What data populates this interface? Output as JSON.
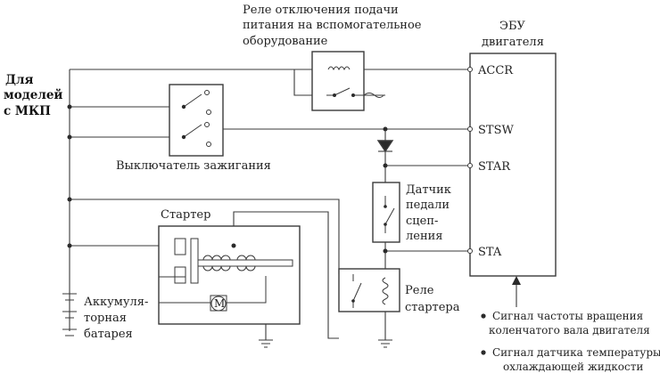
{
  "labels": {
    "relay_top_line1": "Реле отключения подачи",
    "relay_top_line2": "питания на вспомогательное",
    "relay_top_line3": "оборудование",
    "ecu_line1": "ЭБУ",
    "ecu_line2": "двигателя",
    "models_line1": "Для",
    "models_line2": "моделей",
    "models_line3": "с МКП",
    "ignition_switch": "Выключатель зажигания",
    "starter": "Стартер",
    "battery_line1": "Аккумуля-",
    "battery_line2": "торная",
    "battery_line3": "батарея",
    "clutch_line1": "Датчик",
    "clutch_line2": "педали",
    "clutch_line3": "сцеп-",
    "clutch_line4": "ления",
    "starter_relay_line1": "Реле",
    "starter_relay_line2": "стартера",
    "motor": "M"
  },
  "ecu_terminals": [
    "ACCR",
    "STSW",
    "STAR",
    "STA"
  ],
  "signals": [
    {
      "line1": "Сигнал частоты вращения",
      "line2": "коленчатого вала двигателя"
    },
    {
      "line1": "Сигнал датчика температуры",
      "line2": "охлаждающей жидкости"
    }
  ]
}
